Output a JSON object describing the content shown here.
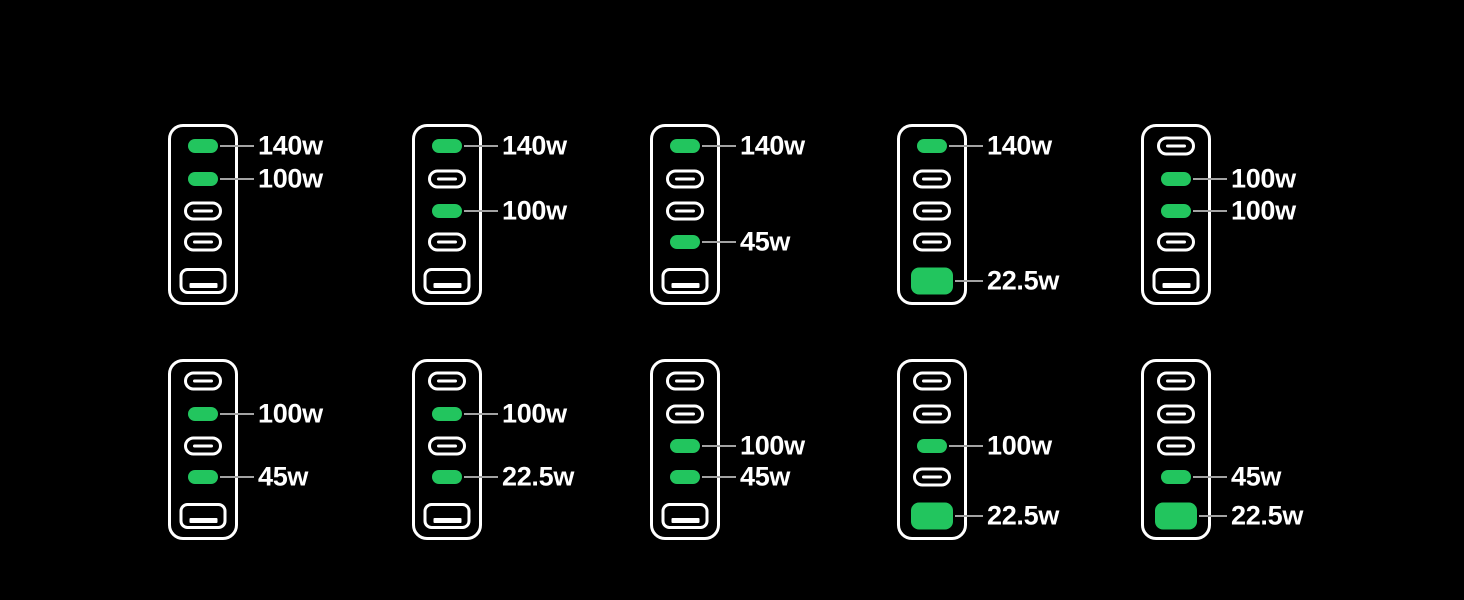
{
  "colors": {
    "background": "#000000",
    "active_green": "#22C55E",
    "port_outline": "#FFFFFF",
    "leader_line": "#A3A3A3",
    "label_text": "#FFFFFF"
  },
  "chargers": [
    {
      "id": "combo-1",
      "ports": [
        {
          "type": "usb-c",
          "state": "active",
          "label": "140w"
        },
        {
          "type": "usb-c",
          "state": "active",
          "label": "100w"
        },
        {
          "type": "usb-c",
          "state": "inactive"
        },
        {
          "type": "usb-c",
          "state": "inactive"
        },
        {
          "type": "usb-a",
          "state": "inactive"
        }
      ]
    },
    {
      "id": "combo-2",
      "ports": [
        {
          "type": "usb-c",
          "state": "active",
          "label": "140w"
        },
        {
          "type": "usb-c",
          "state": "inactive"
        },
        {
          "type": "usb-c",
          "state": "active",
          "label": "100w"
        },
        {
          "type": "usb-c",
          "state": "inactive"
        },
        {
          "type": "usb-a",
          "state": "inactive"
        }
      ]
    },
    {
      "id": "combo-3",
      "ports": [
        {
          "type": "usb-c",
          "state": "active",
          "label": "140w"
        },
        {
          "type": "usb-c",
          "state": "inactive"
        },
        {
          "type": "usb-c",
          "state": "inactive"
        },
        {
          "type": "usb-c",
          "state": "active",
          "label": "45w"
        },
        {
          "type": "usb-a",
          "state": "inactive"
        }
      ]
    },
    {
      "id": "combo-4",
      "ports": [
        {
          "type": "usb-c",
          "state": "active",
          "label": "140w"
        },
        {
          "type": "usb-c",
          "state": "inactive"
        },
        {
          "type": "usb-c",
          "state": "inactive"
        },
        {
          "type": "usb-c",
          "state": "inactive"
        },
        {
          "type": "usb-a",
          "state": "active",
          "label": "22.5w"
        }
      ]
    },
    {
      "id": "combo-5",
      "ports": [
        {
          "type": "usb-c",
          "state": "inactive"
        },
        {
          "type": "usb-c",
          "state": "active",
          "label": "100w"
        },
        {
          "type": "usb-c",
          "state": "active",
          "label": "100w"
        },
        {
          "type": "usb-c",
          "state": "inactive"
        },
        {
          "type": "usb-a",
          "state": "inactive"
        }
      ]
    },
    {
      "id": "combo-6",
      "ports": [
        {
          "type": "usb-c",
          "state": "inactive"
        },
        {
          "type": "usb-c",
          "state": "active",
          "label": "100w"
        },
        {
          "type": "usb-c",
          "state": "inactive"
        },
        {
          "type": "usb-c",
          "state": "active",
          "label": "45w"
        },
        {
          "type": "usb-a",
          "state": "inactive"
        }
      ]
    },
    {
      "id": "combo-7",
      "ports": [
        {
          "type": "usb-c",
          "state": "inactive"
        },
        {
          "type": "usb-c",
          "state": "active",
          "label": "100w"
        },
        {
          "type": "usb-c",
          "state": "inactive"
        },
        {
          "type": "usb-c",
          "state": "active",
          "label": "22.5w"
        },
        {
          "type": "usb-a",
          "state": "inactive"
        }
      ]
    },
    {
      "id": "combo-8",
      "ports": [
        {
          "type": "usb-c",
          "state": "inactive"
        },
        {
          "type": "usb-c",
          "state": "inactive"
        },
        {
          "type": "usb-c",
          "state": "active",
          "label": "100w"
        },
        {
          "type": "usb-c",
          "state": "active",
          "label": "45w"
        },
        {
          "type": "usb-a",
          "state": "inactive"
        }
      ]
    },
    {
      "id": "combo-9",
      "ports": [
        {
          "type": "usb-c",
          "state": "inactive"
        },
        {
          "type": "usb-c",
          "state": "inactive"
        },
        {
          "type": "usb-c",
          "state": "active",
          "label": "100w"
        },
        {
          "type": "usb-c",
          "state": "inactive"
        },
        {
          "type": "usb-a",
          "state": "active",
          "label": "22.5w"
        }
      ]
    },
    {
      "id": "combo-10",
      "ports": [
        {
          "type": "usb-c",
          "state": "inactive"
        },
        {
          "type": "usb-c",
          "state": "inactive"
        },
        {
          "type": "usb-c",
          "state": "inactive"
        },
        {
          "type": "usb-c",
          "state": "active",
          "label": "45w"
        },
        {
          "type": "usb-a",
          "state": "active",
          "label": "22.5w"
        }
      ]
    }
  ]
}
